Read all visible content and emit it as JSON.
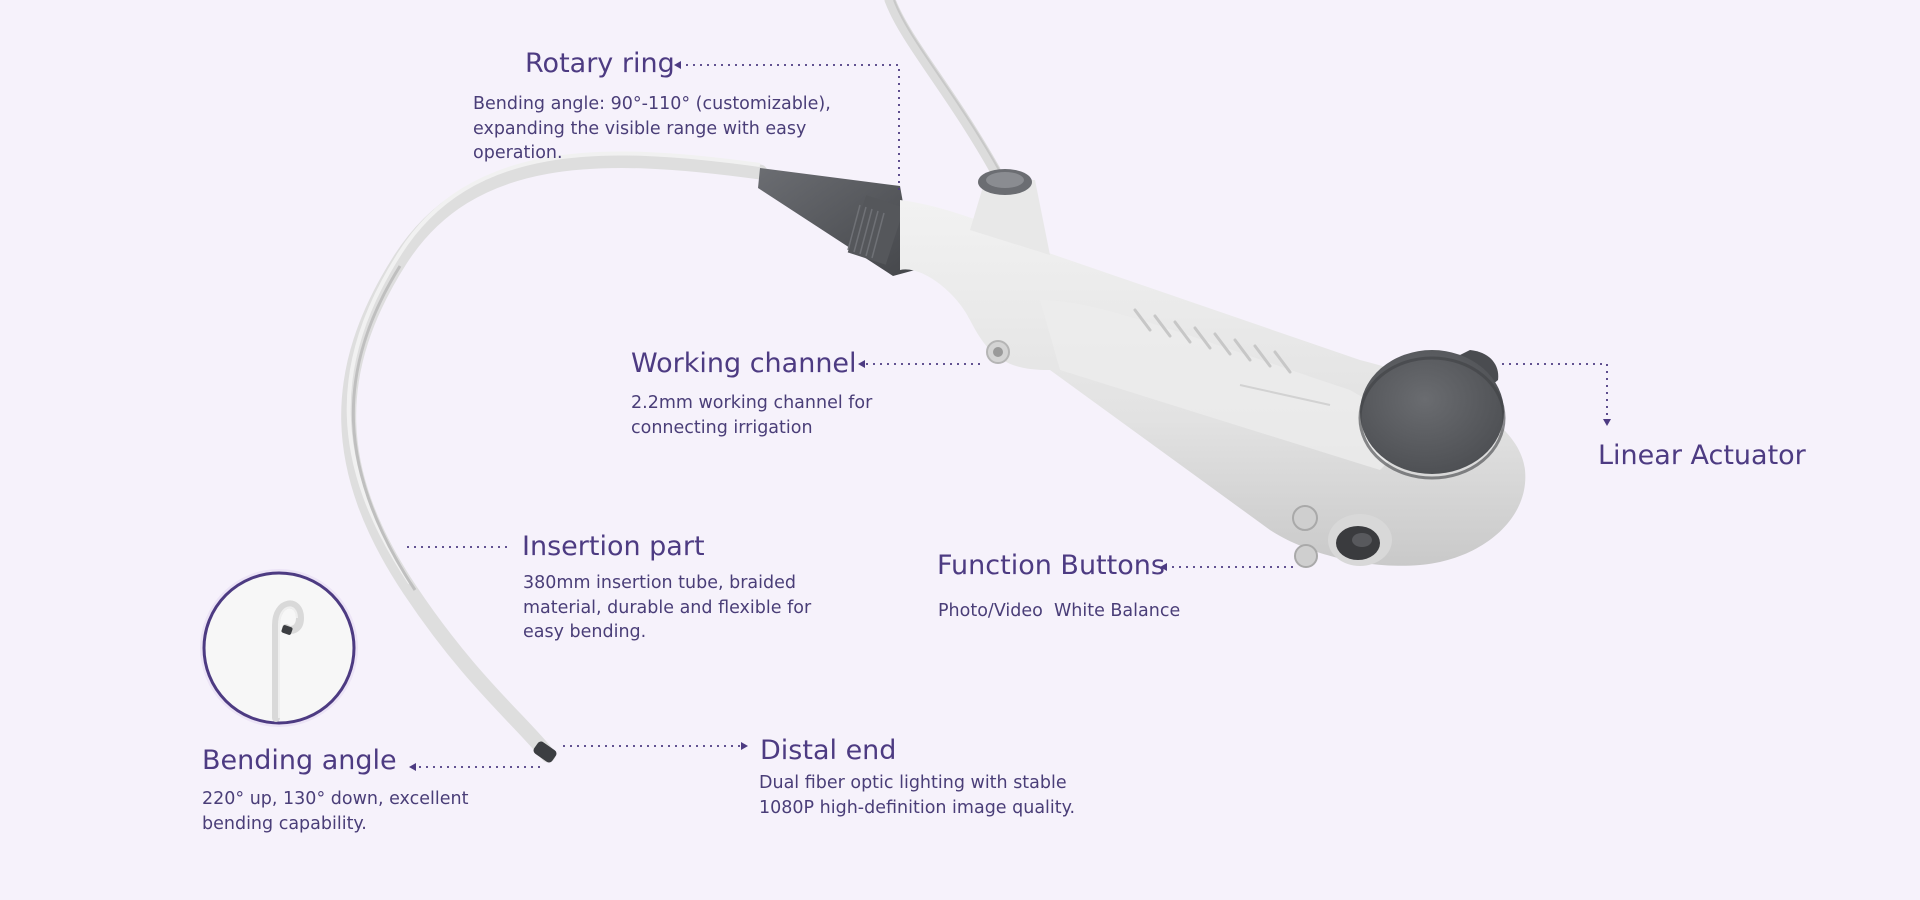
{
  "colors": {
    "background": "#f6f2fb",
    "accent": "#4d3b82",
    "text": "#4a3e78",
    "device_body": "#e6e6e6",
    "device_dark": "#5b5d61"
  },
  "callouts": {
    "rotary_ring": {
      "title": "Rotary ring",
      "desc": "Bending angle: 90°-110° (customizable), expanding the visible range with easy operation."
    },
    "working_channel": {
      "title": "Working channel",
      "desc": "2.2mm working channel for connecting irrigation"
    },
    "linear_actuator": {
      "title": "Linear Actuator"
    },
    "insertion_part": {
      "title": "Insertion part",
      "desc": "380mm insertion tube, braided material, durable and flexible for easy bending."
    },
    "function_buttons": {
      "title": "Function Buttons",
      "desc": "Photo/Video  White Balance"
    },
    "bending_angle": {
      "title": "Bending angle",
      "desc": "220° up, 130° down, excellent bending capability."
    },
    "distal_end": {
      "title": "Distal end",
      "desc": "Dual fiber optic lighting with stable 1080P high-definition image quality."
    }
  }
}
